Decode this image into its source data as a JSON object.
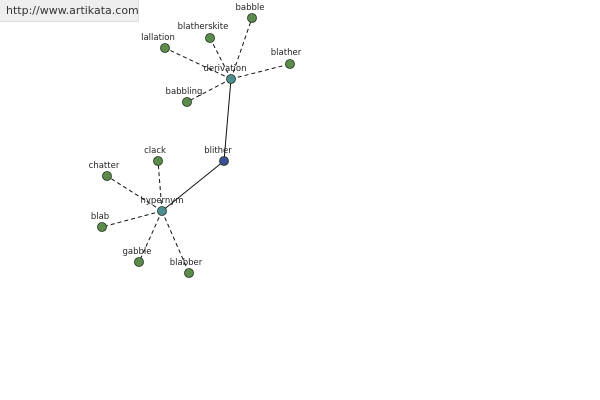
{
  "source_link": "http://www.artikata.com",
  "colors": {
    "word_node": "#5c8c4c",
    "hub_node": "#4e8e92",
    "focus_node": "#3c4f96",
    "edge": "#111111"
  },
  "nodes": {
    "blither": "blither",
    "derivation": "derivation",
    "hypernym": "hypernym",
    "babble": "babble",
    "blatherskite": "blatherskite",
    "lallation": "lallation",
    "blather": "blather",
    "babbling": "babbling",
    "clack": "clack",
    "chatter": "chatter",
    "blab": "blab",
    "gabble": "gabble",
    "blabber": "blabber"
  },
  "edges": [
    {
      "from": "blither",
      "to": "derivation",
      "style": "solid"
    },
    {
      "from": "blither",
      "to": "hypernym",
      "style": "solid"
    },
    {
      "from": "derivation",
      "to": "babble",
      "style": "dashed"
    },
    {
      "from": "derivation",
      "to": "blatherskite",
      "style": "dashed"
    },
    {
      "from": "derivation",
      "to": "lallation",
      "style": "dashed"
    },
    {
      "from": "derivation",
      "to": "blather",
      "style": "dashed"
    },
    {
      "from": "derivation",
      "to": "babbling",
      "style": "dashed"
    },
    {
      "from": "hypernym",
      "to": "clack",
      "style": "dashed"
    },
    {
      "from": "hypernym",
      "to": "chatter",
      "style": "dashed"
    },
    {
      "from": "hypernym",
      "to": "blab",
      "style": "dashed"
    },
    {
      "from": "hypernym",
      "to": "gabble",
      "style": "dashed"
    },
    {
      "from": "hypernym",
      "to": "blabber",
      "style": "dashed"
    }
  ]
}
